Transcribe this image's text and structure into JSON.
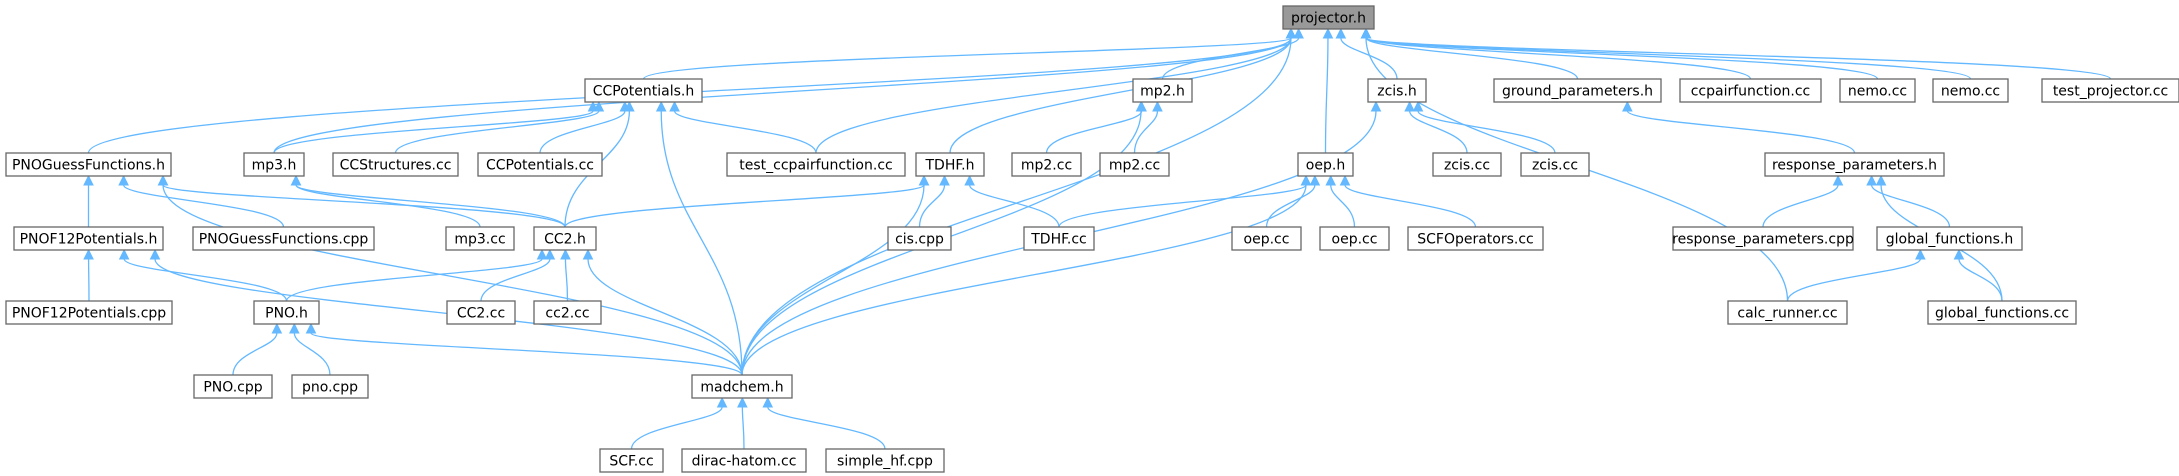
{
  "graph": {
    "root": "projector.h",
    "colors": {
      "edge": "#63b8ff",
      "root_fill": "#999999",
      "node_fill": "#ffffff",
      "node_border": "#666666"
    },
    "nodes": [
      {
        "id": "projector",
        "label": "projector.h",
        "root": true
      },
      {
        "id": "pnoguess",
        "label": "PNOGuessFunctions.h"
      },
      {
        "id": "ccpot_h",
        "label": "CCPotentials.h"
      },
      {
        "id": "mp2_h",
        "label": "mp2.h"
      },
      {
        "id": "zcis_h",
        "label": "zcis.h"
      },
      {
        "id": "ground_h",
        "label": "ground_parameters.h"
      },
      {
        "id": "ccpair_cc",
        "label": "ccpairfunction.cc"
      },
      {
        "id": "nemo1",
        "label": "nemo.cc"
      },
      {
        "id": "nemo2",
        "label": "nemo.cc"
      },
      {
        "id": "testproj",
        "label": "test_projector.cc"
      },
      {
        "id": "mp3_h",
        "label": "mp3.h"
      },
      {
        "id": "ccstruct",
        "label": "CCStructures.cc"
      },
      {
        "id": "ccpot_cc",
        "label": "CCPotentials.cc"
      },
      {
        "id": "testccpair",
        "label": "test_ccpairfunction.cc"
      },
      {
        "id": "tdhf_h",
        "label": "TDHF.h"
      },
      {
        "id": "mp2cc1",
        "label": "mp2.cc"
      },
      {
        "id": "mp2cc2",
        "label": "mp2.cc"
      },
      {
        "id": "oep_h",
        "label": "oep.h"
      },
      {
        "id": "zcis1",
        "label": "zcis.cc"
      },
      {
        "id": "zcis2",
        "label": "zcis.cc"
      },
      {
        "id": "resp_h",
        "label": "response_parameters.h"
      },
      {
        "id": "pnof12_h",
        "label": "PNOF12Potentials.h"
      },
      {
        "id": "pnoguess_cpp",
        "label": "PNOGuessFunctions.cpp"
      },
      {
        "id": "mp3cc",
        "label": "mp3.cc"
      },
      {
        "id": "cc2_h",
        "label": "CC2.h"
      },
      {
        "id": "cis_cpp",
        "label": "cis.cpp"
      },
      {
        "id": "tdhf_cc",
        "label": "TDHF.cc"
      },
      {
        "id": "oepcc1",
        "label": "oep.cc"
      },
      {
        "id": "oepcc2",
        "label": "oep.cc"
      },
      {
        "id": "scfop",
        "label": "SCFOperators.cc"
      },
      {
        "id": "resp_cpp",
        "label": "response_parameters.cpp"
      },
      {
        "id": "global_h",
        "label": "global_functions.h"
      },
      {
        "id": "pnof12_cpp",
        "label": "PNOF12Potentials.cpp"
      },
      {
        "id": "pno_h",
        "label": "PNO.h"
      },
      {
        "id": "cc2cc1",
        "label": "CC2.cc"
      },
      {
        "id": "cc2cc2",
        "label": "cc2.cc"
      },
      {
        "id": "calc",
        "label": "calc_runner.cc"
      },
      {
        "id": "global_cc",
        "label": "global_functions.cc"
      },
      {
        "id": "pno_cpp1",
        "label": "PNO.cpp"
      },
      {
        "id": "pno_cpp2",
        "label": "pno.cpp"
      },
      {
        "id": "madchem",
        "label": "madchem.h"
      },
      {
        "id": "scf_cc",
        "label": "SCF.cc"
      },
      {
        "id": "dirac",
        "label": "dirac-hatom.cc"
      },
      {
        "id": "simplehf",
        "label": "simple_hf.cpp"
      }
    ],
    "edges": [
      [
        "pnoguess",
        "projector"
      ],
      [
        "ccpot_h",
        "projector"
      ],
      [
        "mp2_h",
        "projector"
      ],
      [
        "zcis_h",
        "projector"
      ],
      [
        "ground_h",
        "projector"
      ],
      [
        "ccpair_cc",
        "projector"
      ],
      [
        "nemo1",
        "projector"
      ],
      [
        "nemo2",
        "projector"
      ],
      [
        "testproj",
        "projector"
      ],
      [
        "tdhf_h",
        "projector"
      ],
      [
        "oep_h",
        "projector"
      ],
      [
        "madchem",
        "projector"
      ],
      [
        "testccpair",
        "projector"
      ],
      [
        "calc",
        "projector"
      ],
      [
        "mp3_h",
        "projector"
      ],
      [
        "pnof12_h",
        "pnoguess"
      ],
      [
        "pnoguess_cpp",
        "pnoguess"
      ],
      [
        "pno_h",
        "pnof12_h"
      ],
      [
        "pnof12_cpp",
        "pnof12_h"
      ],
      [
        "mp3_h",
        "ccpot_h"
      ],
      [
        "ccstruct",
        "ccpot_h"
      ],
      [
        "ccpot_cc",
        "ccpot_h"
      ],
      [
        "testccpair",
        "ccpot_h"
      ],
      [
        "cc2_h",
        "ccpot_h"
      ],
      [
        "madchem",
        "ccpot_h"
      ],
      [
        "mp3cc",
        "mp3_h"
      ],
      [
        "cc2_h",
        "mp3_h"
      ],
      [
        "cc2_h",
        "pnoguess"
      ],
      [
        "madchem",
        "pnoguess"
      ],
      [
        "madchem",
        "pnof12_h"
      ],
      [
        "cc2cc1",
        "cc2_h"
      ],
      [
        "cc2cc2",
        "cc2_h"
      ],
      [
        "pno_h",
        "cc2_h"
      ],
      [
        "madchem",
        "cc2_h"
      ],
      [
        "cc2_h",
        "tdhf_h"
      ],
      [
        "cis_cpp",
        "tdhf_h"
      ],
      [
        "tdhf_cc",
        "tdhf_h"
      ],
      [
        "madchem",
        "tdhf_h"
      ],
      [
        "mp2cc1",
        "mp2_h"
      ],
      [
        "mp2cc2",
        "mp2_h"
      ],
      [
        "madchem",
        "mp2_h"
      ],
      [
        "zcis1",
        "zcis_h"
      ],
      [
        "zcis2",
        "zcis_h"
      ],
      [
        "madchem",
        "zcis_h"
      ],
      [
        "tdhf_cc",
        "oep_h"
      ],
      [
        "oepcc1",
        "oep_h"
      ],
      [
        "oepcc2",
        "oep_h"
      ],
      [
        "scfop",
        "oep_h"
      ],
      [
        "madchem",
        "oep_h"
      ],
      [
        "resp_h",
        "ground_h"
      ],
      [
        "resp_cpp",
        "resp_h"
      ],
      [
        "global_h",
        "resp_h"
      ],
      [
        "global_cc",
        "resp_h"
      ],
      [
        "calc",
        "global_h"
      ],
      [
        "global_cc",
        "global_h"
      ],
      [
        "pno_cpp1",
        "pno_h"
      ],
      [
        "pno_cpp2",
        "pno_h"
      ],
      [
        "madchem",
        "pno_h"
      ],
      [
        "scf_cc",
        "madchem"
      ],
      [
        "dirac",
        "madchem"
      ],
      [
        "simplehf",
        "madchem"
      ]
    ]
  }
}
